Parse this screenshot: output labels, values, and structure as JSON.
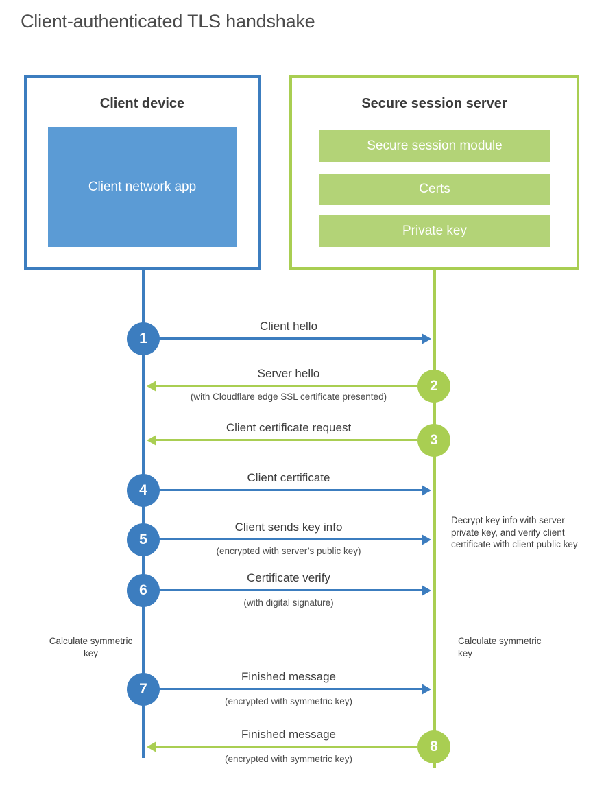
{
  "title": "Client-authenticated TLS handshake",
  "colors": {
    "blue": "#3c7dbf",
    "blue-fill": "#5b9bd5",
    "green": "#a9ce52",
    "green-fill": "#b3d377"
  },
  "client": {
    "title": "Client device",
    "app_label": "Client network app"
  },
  "server": {
    "title": "Secure session server",
    "modules": [
      "Secure session module",
      "Certs",
      "Private key"
    ]
  },
  "steps": [
    {
      "num": "1",
      "label": "Client hello",
      "sublabel": "",
      "actor": "client",
      "direction": "right"
    },
    {
      "num": "2",
      "label": "Server hello",
      "sublabel": "(with Cloudflare edge SSL certificate presented)",
      "actor": "server",
      "direction": "left"
    },
    {
      "num": "3",
      "label": "Client certificate request",
      "sublabel": "",
      "actor": "server",
      "direction": "left"
    },
    {
      "num": "4",
      "label": "Client certificate",
      "sublabel": "",
      "actor": "client",
      "direction": "right"
    },
    {
      "num": "5",
      "label": "Client sends key info",
      "sublabel": "(encrypted with server’s public key)",
      "actor": "client",
      "direction": "right"
    },
    {
      "num": "6",
      "label": "Certificate verify",
      "sublabel": "(with digital signature)",
      "actor": "client",
      "direction": "right"
    },
    {
      "num": "7",
      "label": "Finished message",
      "sublabel": "(encrypted with symmetric key)",
      "actor": "client",
      "direction": "right"
    },
    {
      "num": "8",
      "label": "Finished message",
      "sublabel": "(encrypted with symmetric key)",
      "actor": "server",
      "direction": "left"
    }
  ],
  "notes": {
    "decrypt_note": "Decrypt key info with server private key, and verify client certificate with client public key",
    "calc_left": "Calculate symmetric key",
    "calc_right": "Calculate symmetric key"
  }
}
